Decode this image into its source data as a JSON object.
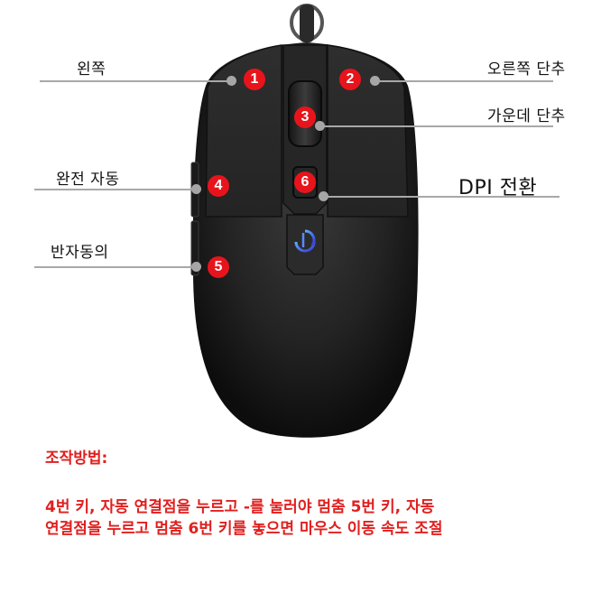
{
  "diagram": {
    "subject": "mouse",
    "colors": {
      "badge": "#e8141c",
      "body": "#1e1e1e",
      "instruction_text": "#e0201f",
      "leader_line": "#a8a8a8",
      "logo": "#3b6fe0"
    },
    "callouts": [
      {
        "number": "1",
        "label": "왼쪽",
        "side": "left"
      },
      {
        "number": "2",
        "label": "오른쪽 단추",
        "side": "right"
      },
      {
        "number": "3",
        "label": "가운데 단추",
        "side": "right"
      },
      {
        "number": "4",
        "label": "완전 자동",
        "side": "left"
      },
      {
        "number": "5",
        "label": "반자동의",
        "side": "left"
      },
      {
        "number": "6",
        "label": "DPI 전환",
        "side": "right"
      }
    ],
    "instructions": {
      "title": "조작방법:",
      "line1": "4번 키, 자동 연결점을 누르고 -를 눌러야 멈춤 5번 키, 자동",
      "line2": "연결점을 누르고 멈춤 6번 키를 놓으면 마우스 이동 속도 조절"
    }
  }
}
